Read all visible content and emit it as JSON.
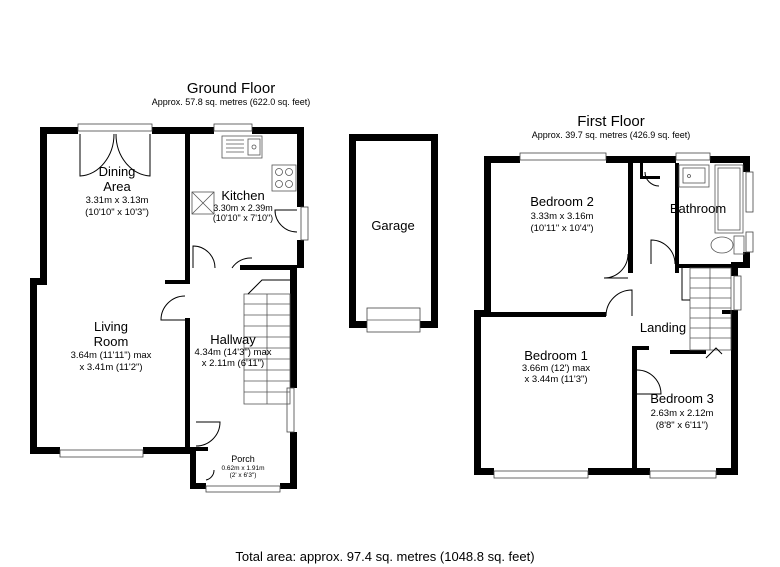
{
  "ground_floor": {
    "title": "Ground Floor",
    "area": "Approx. 57.8 sq. metres (622.0 sq. feet)",
    "rooms": {
      "dining": {
        "name_line1": "Dining",
        "name_line2": "Area",
        "dim_metric": "3.31m x 3.13m",
        "dim_imperial": "(10'10\" x 10'3\")"
      },
      "kitchen": {
        "name": "Kitchen",
        "dim_metric": "3.30m x 2.39m",
        "dim_imperial": "(10'10\" x 7'10\")"
      },
      "living": {
        "name_line1": "Living",
        "name_line2": "Room",
        "dim_line1": "3.64m (11'11\") max",
        "dim_line2": "x 3.41m (11'2\")"
      },
      "hallway": {
        "name": "Hallway",
        "dim_line1": "4.34m (14'3\") max",
        "dim_line2": "x 2.11m (6'11\")"
      },
      "porch": {
        "name": "Porch",
        "dim_metric": "0.62m x 1.91m",
        "dim_imperial": "(2' x 6'3\")"
      }
    }
  },
  "garage": {
    "name": "Garage"
  },
  "first_floor": {
    "title": "First Floor",
    "area": "Approx. 39.7 sq. metres (426.9 sq. feet)",
    "rooms": {
      "bedroom2": {
        "name": "Bedroom 2",
        "dim_metric": "3.33m x 3.16m",
        "dim_imperial": "(10'11\" x 10'4\")"
      },
      "bathroom": {
        "name": "Bathroom"
      },
      "landing": {
        "name": "Landing"
      },
      "bedroom1": {
        "name": "Bedroom 1",
        "dim_line1": "3.66m (12') max",
        "dim_line2": "x 3.44m (11'3\")"
      },
      "bedroom3": {
        "name": "Bedroom 3",
        "dim_metric": "2.63m x 2.12m",
        "dim_imperial": "(8'8\" x 6'11\")"
      }
    }
  },
  "total_area": "Total area: approx. 97.4 sq. metres (1048.8 sq. feet)"
}
